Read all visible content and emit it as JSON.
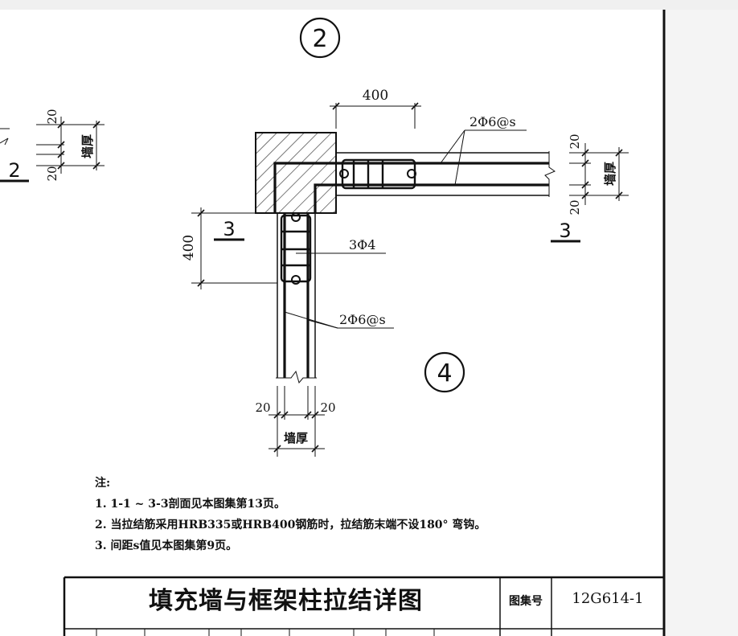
{
  "detail_markers": {
    "top": "2",
    "bottom": "4"
  },
  "left_partial": {
    "dim_top": "20",
    "dim_bottom": "20",
    "wall_label": "墙厚",
    "section_label": "2"
  },
  "horizontal_wall": {
    "length_dim": "400",
    "rebar_label": "2Φ6@s",
    "dim_top": "20",
    "dim_bottom": "20",
    "wall_label": "墙厚",
    "section_label": "3"
  },
  "vertical_wall": {
    "length_dim": "400",
    "section_label": "3",
    "tie_label": "3Φ4",
    "rebar_label": "2Φ6@s",
    "dim_left": "20",
    "dim_right": "20",
    "wall_label": "墙厚"
  },
  "notes": {
    "heading": "注:",
    "items": [
      "1.  1-1 ~ 3-3剖面见本图集第13页。",
      "2.  当拉结筋采用HRB335或HRB400钢筋时，拉结筋末端不设180°  弯钩。",
      "3.  间距s值见本图集第9页。"
    ]
  },
  "title_block": {
    "title": "填充墙与框架柱拉结详图",
    "atlas_label": "图集号",
    "atlas_number": "12G614-1"
  }
}
